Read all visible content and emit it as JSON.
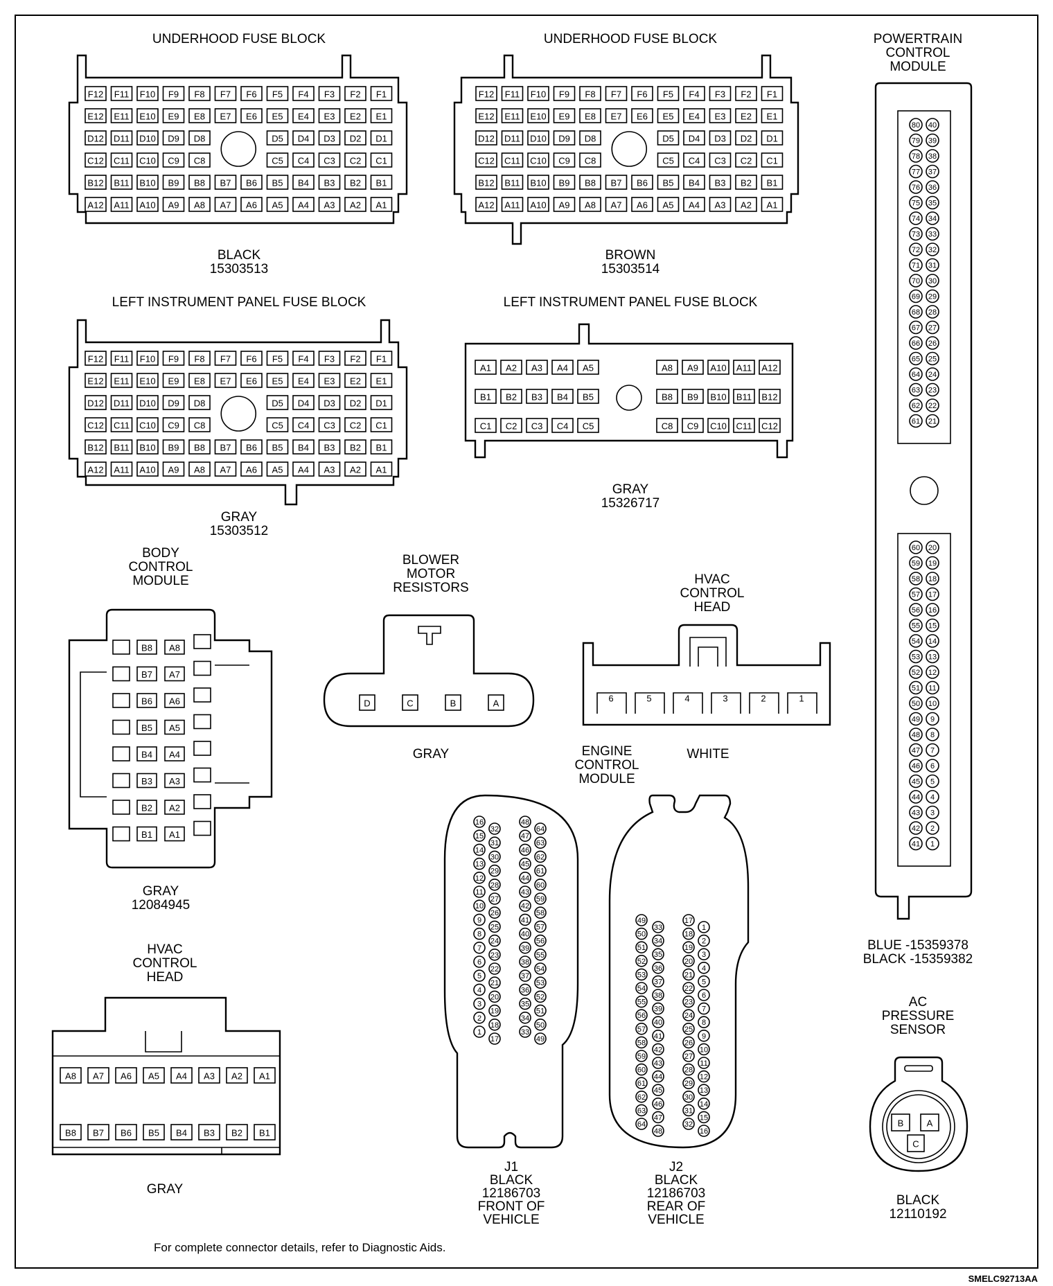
{
  "connectors": {
    "uh_black": {
      "title": "UNDERHOOD FUSE BLOCK",
      "color": "BLACK",
      "part": "15303513"
    },
    "uh_brown": {
      "title": "UNDERHOOD FUSE BLOCK",
      "color": "BROWN",
      "part": "15303514"
    },
    "lip_gray1": {
      "title": "LEFT INSTRUMENT PANEL FUSE BLOCK",
      "color": "GRAY",
      "part": "15303512"
    },
    "lip_gray2": {
      "title": "LEFT INSTRUMENT PANEL FUSE BLOCK",
      "color": "GRAY",
      "part": "15326717"
    },
    "pcm": {
      "title_lines": [
        "POWERTRAIN",
        "CONTROL",
        "MODULE"
      ],
      "colors": [
        "BLUE -15359378",
        "BLACK -15359382"
      ]
    },
    "bcm": {
      "title_lines": [
        "BODY",
        "CONTROL",
        "MODULE"
      ],
      "color": "GRAY",
      "part": "12084945"
    },
    "blower": {
      "title_lines": [
        "BLOWER",
        "MOTOR",
        "RESISTORS"
      ],
      "color": "GRAY",
      "pins": [
        "D",
        "C",
        "B",
        "A"
      ]
    },
    "hvac_white": {
      "title_lines": [
        "HVAC",
        "CONTROL",
        "HEAD"
      ],
      "color": "WHITE",
      "pins": [
        "6",
        "5",
        "4",
        "3",
        "2",
        "1"
      ]
    },
    "hvac_gray": {
      "title_lines": [
        "HVAC",
        "CONTROL",
        "HEAD"
      ],
      "color": "GRAY"
    },
    "ecm": {
      "title_lines": [
        "ENGINE",
        "CONTROL",
        "MODULE"
      ],
      "j1_lines": [
        "J1",
        "BLACK",
        "12186703",
        "FRONT OF",
        "VEHICLE"
      ],
      "j2_lines": [
        "J2",
        "BLACK",
        "12186703",
        "REAR OF",
        "VEHICLE"
      ]
    },
    "ac": {
      "title_lines": [
        "AC",
        "PRESSURE",
        "SENSOR"
      ],
      "color": "BLACK",
      "part": "12110192",
      "pins": [
        "B",
        "A",
        "C"
      ]
    }
  },
  "footer": "For complete connector details, refer to Diagnostic Aids.",
  "figure_code": "SMELC92713AA"
}
